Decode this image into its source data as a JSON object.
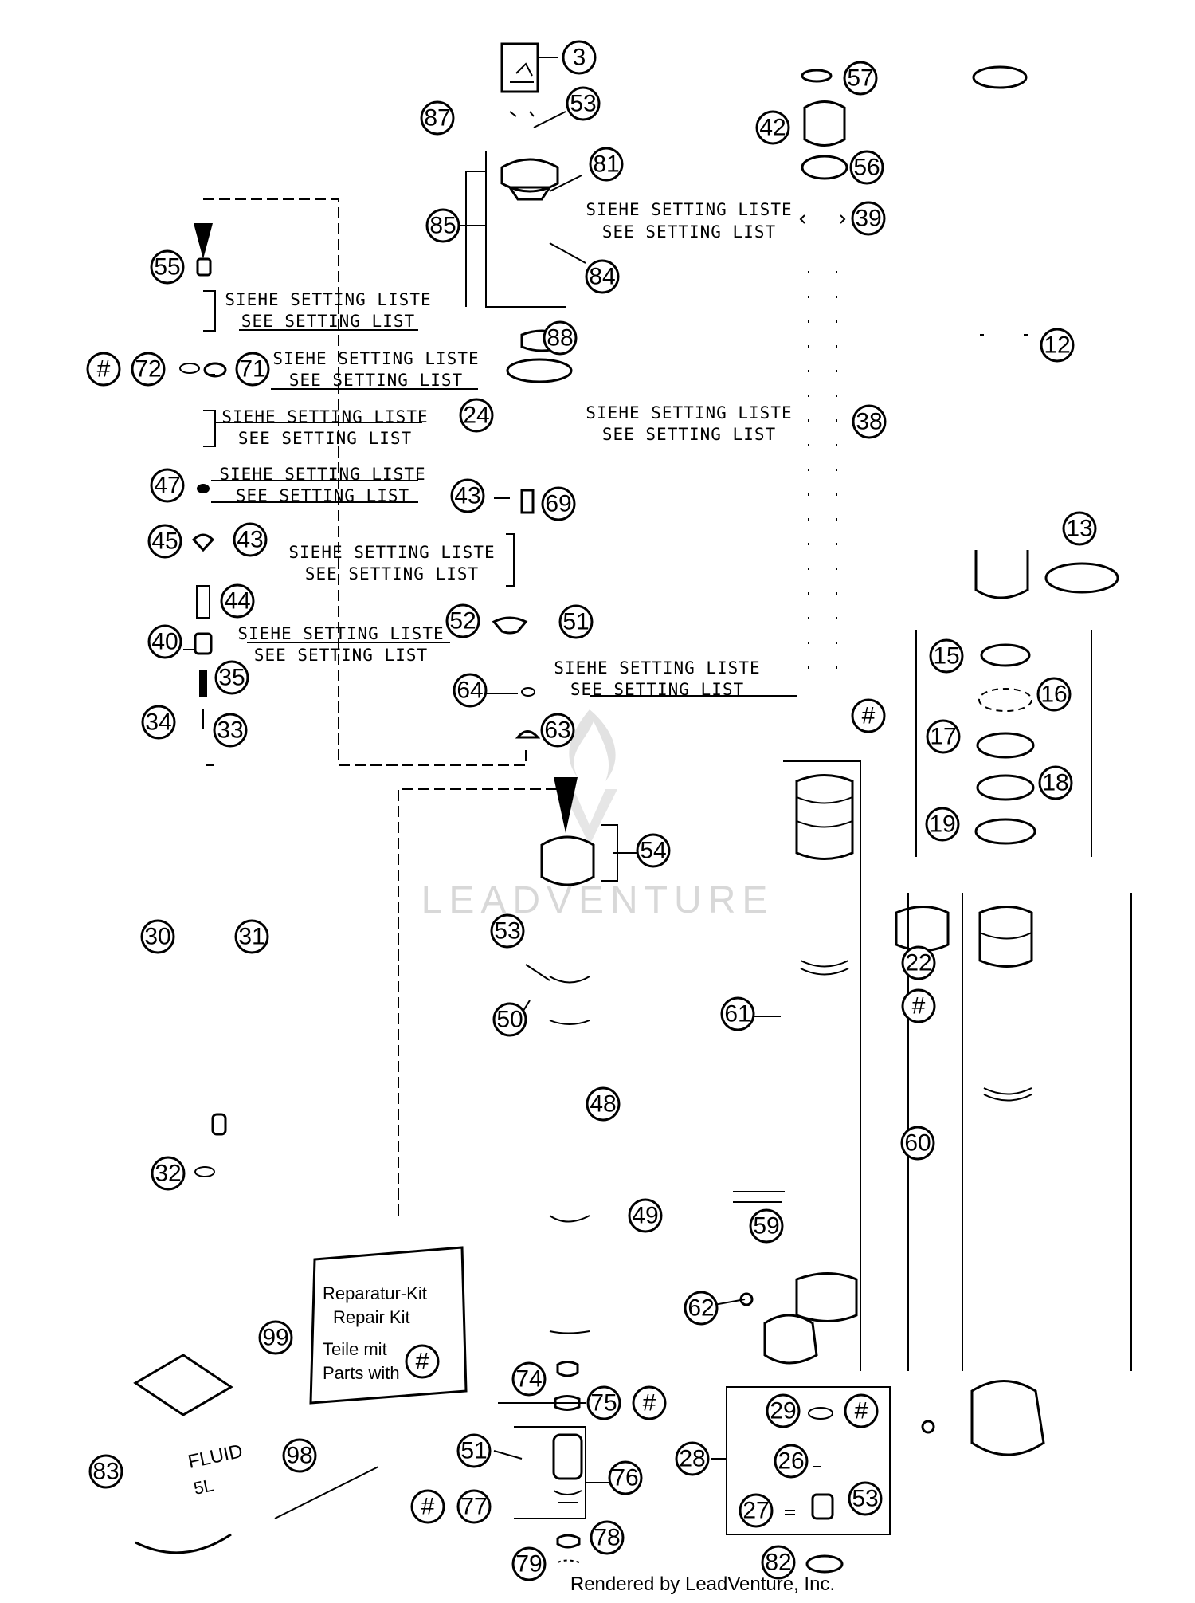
{
  "callouts": [
    {
      "label": "3"
    },
    {
      "label": "53"
    },
    {
      "label": "87"
    },
    {
      "label": "81"
    },
    {
      "label": "85"
    },
    {
      "label": "84"
    },
    {
      "label": "57"
    },
    {
      "label": "42"
    },
    {
      "label": "56"
    },
    {
      "label": "39"
    },
    {
      "label": "12"
    },
    {
      "label": "38"
    },
    {
      "label": "13"
    },
    {
      "label": "55"
    },
    {
      "label": "#"
    },
    {
      "label": "72"
    },
    {
      "label": "71"
    },
    {
      "label": "88"
    },
    {
      "label": "24"
    },
    {
      "label": "47"
    },
    {
      "label": "43"
    },
    {
      "label": "69"
    },
    {
      "label": "45"
    },
    {
      "label": "43"
    },
    {
      "label": "44"
    },
    {
      "label": "40"
    },
    {
      "label": "52"
    },
    {
      "label": "51"
    },
    {
      "label": "35"
    },
    {
      "label": "64"
    },
    {
      "label": "34"
    },
    {
      "label": "33"
    },
    {
      "label": "63"
    },
    {
      "label": "15"
    },
    {
      "label": "16"
    },
    {
      "label": "17"
    },
    {
      "label": "18"
    },
    {
      "label": "19"
    },
    {
      "label": "#"
    },
    {
      "label": "54"
    },
    {
      "label": "30"
    },
    {
      "label": "31"
    },
    {
      "label": "53"
    },
    {
      "label": "50"
    },
    {
      "label": "22"
    },
    {
      "label": "#"
    },
    {
      "label": "61"
    },
    {
      "label": "48"
    },
    {
      "label": "60"
    },
    {
      "label": "32"
    },
    {
      "label": "49"
    },
    {
      "label": "59"
    },
    {
      "label": "62"
    },
    {
      "label": "99"
    },
    {
      "label": "74"
    },
    {
      "label": "75"
    },
    {
      "label": "#"
    },
    {
      "label": "29"
    },
    {
      "label": "#"
    },
    {
      "label": "51"
    },
    {
      "label": "76"
    },
    {
      "label": "28"
    },
    {
      "label": "26"
    },
    {
      "label": "83"
    },
    {
      "label": "98"
    },
    {
      "label": "#"
    },
    {
      "label": "77"
    },
    {
      "label": "27"
    },
    {
      "label": "53"
    },
    {
      "label": "78"
    },
    {
      "label": "79"
    },
    {
      "label": "82"
    }
  ],
  "notes": [
    {
      "line1": "SIEHE SETTING LISTE",
      "line2": "SEE SETTING LIST"
    },
    {
      "line1": "SIEHE SETTING LISTE",
      "line2": "SEE SETTING LIST"
    },
    {
      "line1": "SIEHE SETTING LISTE",
      "line2": "SEE SETTING LIST"
    },
    {
      "line1": "SIEHE SETTING LISTE",
      "line2": "SEE SETTING LIST"
    },
    {
      "line1": "SIEHE SETTING LISTE",
      "line2": "SEE SETTING LIST"
    },
    {
      "line1": "SIEHE SETTING LISTE",
      "line2": "SEE SETTING LIST"
    },
    {
      "line1": "SIEHE SETTING LISTE",
      "line2": "SEE SETTING LIST"
    },
    {
      "line1": "SIEHE SETTING LISTE",
      "line2": "SEE SETTING LIST"
    },
    {
      "line1": "SIEHE SETTING LISTE",
      "line2": "SEE SETTING LIST"
    }
  ],
  "repair_kit": {
    "line1": "Reparatur-Kit",
    "line2": "Repair Kit",
    "line3": "Teile mit",
    "line4": "Parts with",
    "marker": "#"
  },
  "fluid_can": {
    "line1": "FLUID",
    "line2": "5L"
  },
  "watermark": "LEADVENTURE",
  "footer": "Rendered by LeadVenture, Inc."
}
